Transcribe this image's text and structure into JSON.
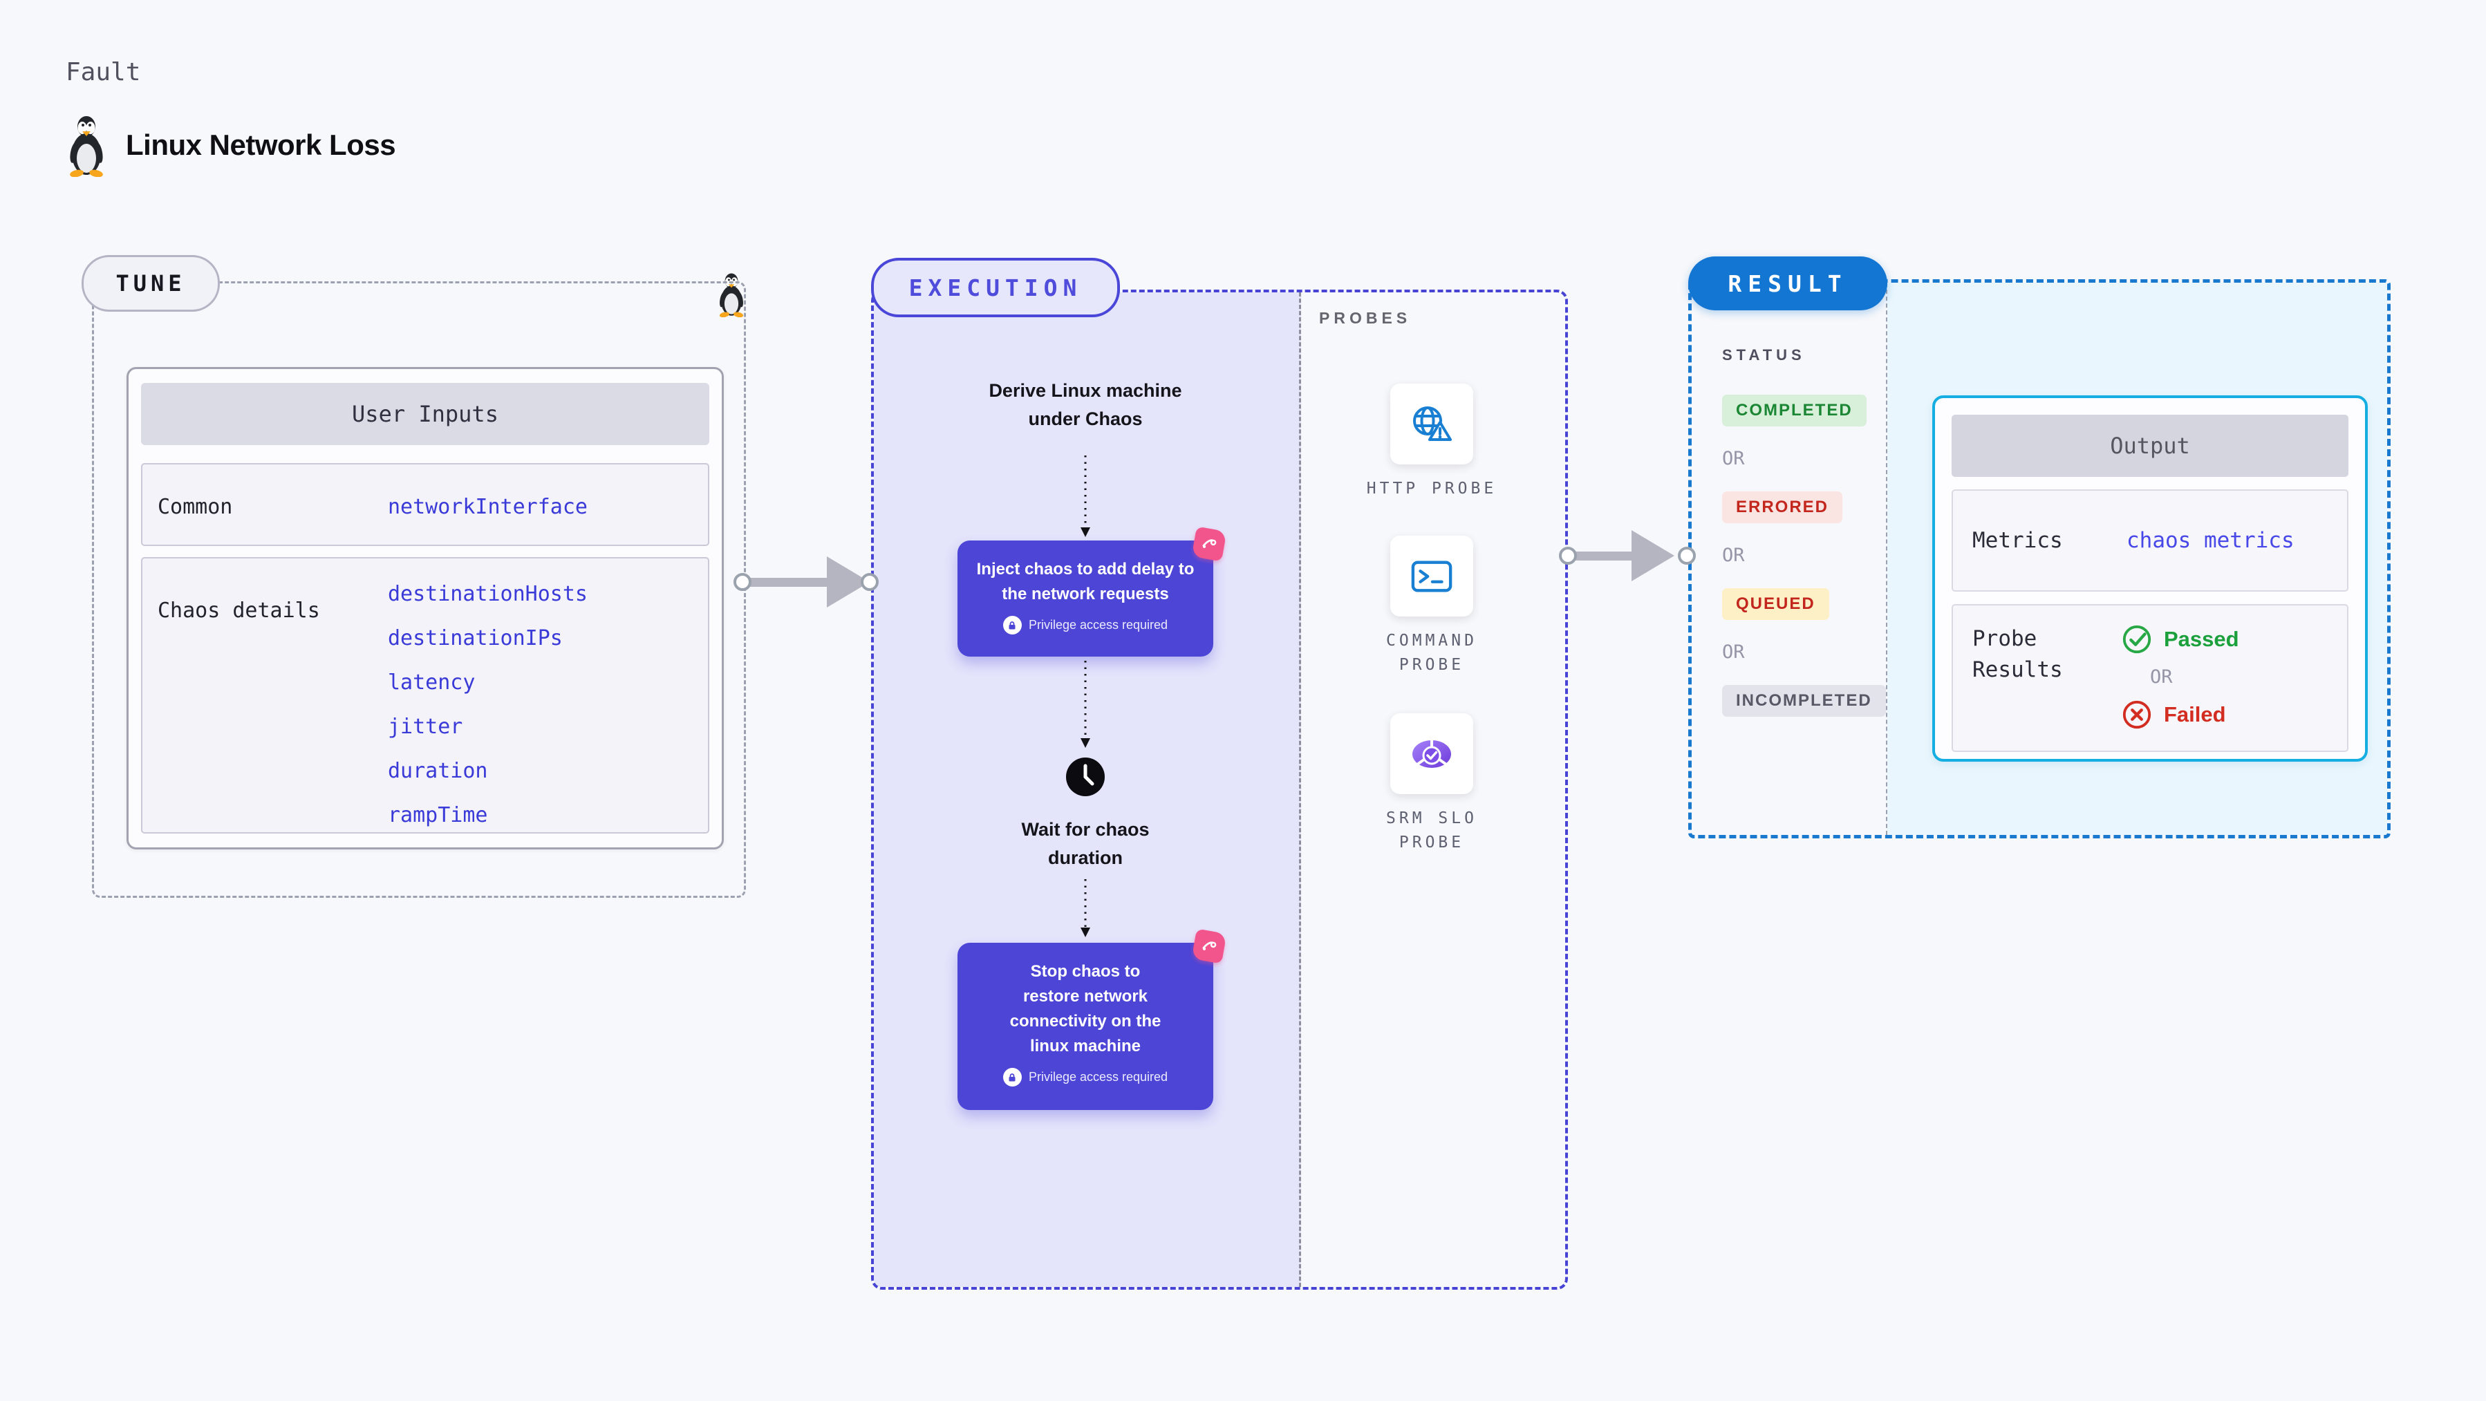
{
  "header": {
    "eyebrow": "Fault",
    "title": "Linux Network Loss"
  },
  "tune": {
    "label": "TUNE",
    "user_inputs": {
      "header": "User Inputs",
      "rows": [
        {
          "key": "Common",
          "values": [
            "networkInterface"
          ]
        },
        {
          "key": "Chaos details",
          "values": [
            "destinationHosts",
            "destinationIPs",
            "latency",
            "jitter",
            "duration",
            "rampTime"
          ]
        }
      ]
    }
  },
  "execution": {
    "label": "EXECUTION",
    "derive_text": "Derive Linux machine under Chaos",
    "inject_text": "Inject chaos to add delay to the network requests",
    "wait_text": "Wait for chaos duration",
    "stop_text": "Stop chaos to restore network connectivity on the linux machine",
    "privilege_text": "Privilege access required"
  },
  "probes": {
    "label": "PROBES",
    "items": [
      {
        "label": "HTTP PROBE",
        "icon": "globe-alert-icon"
      },
      {
        "label": "COMMAND PROBE",
        "icon": "terminal-icon"
      },
      {
        "label": "SRM SLO PROBE",
        "icon": "gauge-check-icon"
      }
    ]
  },
  "result": {
    "label": "RESULT",
    "status_heading": "STATUS",
    "or_label": "OR",
    "statuses": [
      "COMPLETED",
      "ERRORED",
      "QUEUED",
      "INCOMPLETED"
    ],
    "output": {
      "header": "Output",
      "metrics_label": "Metrics",
      "metrics_value": "chaos metrics",
      "probe_results_label": "Probe Results",
      "passed_label": "Passed",
      "failed_label": "Failed"
    }
  },
  "colors": {
    "execution_accent": "#4743d4",
    "node_purple": "#4c45d6",
    "result_accent": "#1979cf",
    "output_border": "#14aee2",
    "probe_icon_blue": "#197fd2",
    "success_green": "#1b8734",
    "error_red": "#c2261d",
    "chaos_pink": "#f2548c",
    "lavender_fill": "#e4e4fb",
    "cyan_fill": "#e9f6fd"
  }
}
